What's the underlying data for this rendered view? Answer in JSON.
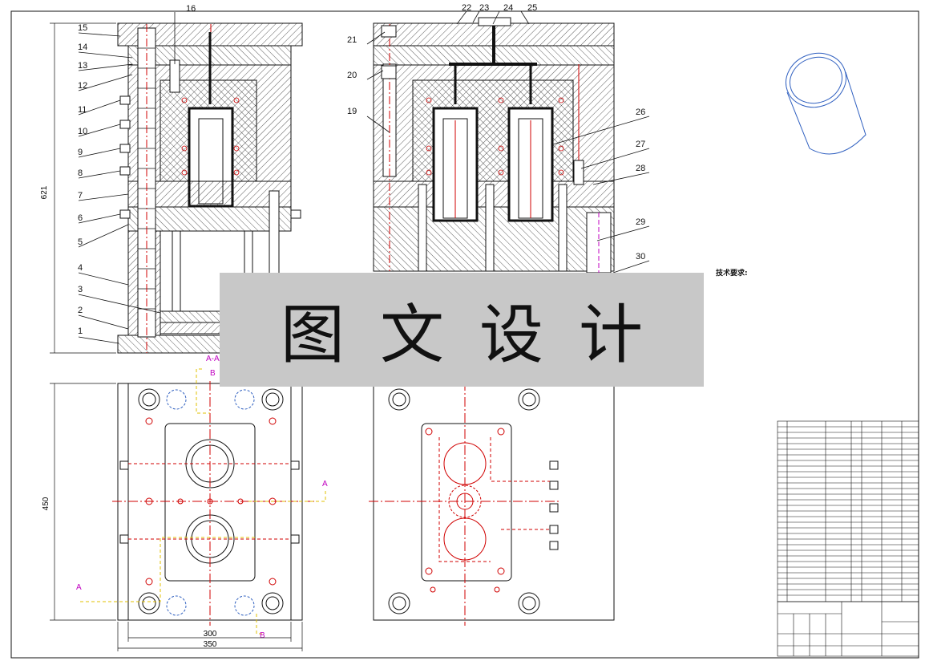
{
  "part_labels": [
    "1",
    "2",
    "3",
    "4",
    "5",
    "6",
    "7",
    "8",
    "9",
    "10",
    "11",
    "12",
    "13",
    "14",
    "15",
    "16",
    "19",
    "20",
    "21",
    "22",
    "23",
    "24",
    "25",
    "26",
    "27",
    "28",
    "29",
    "30"
  ],
  "dimensions": {
    "height": "621",
    "width_bottom": "450",
    "width_inner": "300",
    "width_outer": "350"
  },
  "section_marks": {
    "aa": "A-A",
    "a": "A",
    "b": "B",
    "b_lower": "B"
  },
  "watermark": "图文设计",
  "tech_requirements_title": "技术要求:",
  "colors": {
    "line": "#111111",
    "center": "#d00000",
    "hatch": "#333333",
    "magenta": "#c000c0",
    "yellow": "#e0c000",
    "blue": "#3060c0",
    "watermark_bg": "#c8c8c8"
  }
}
